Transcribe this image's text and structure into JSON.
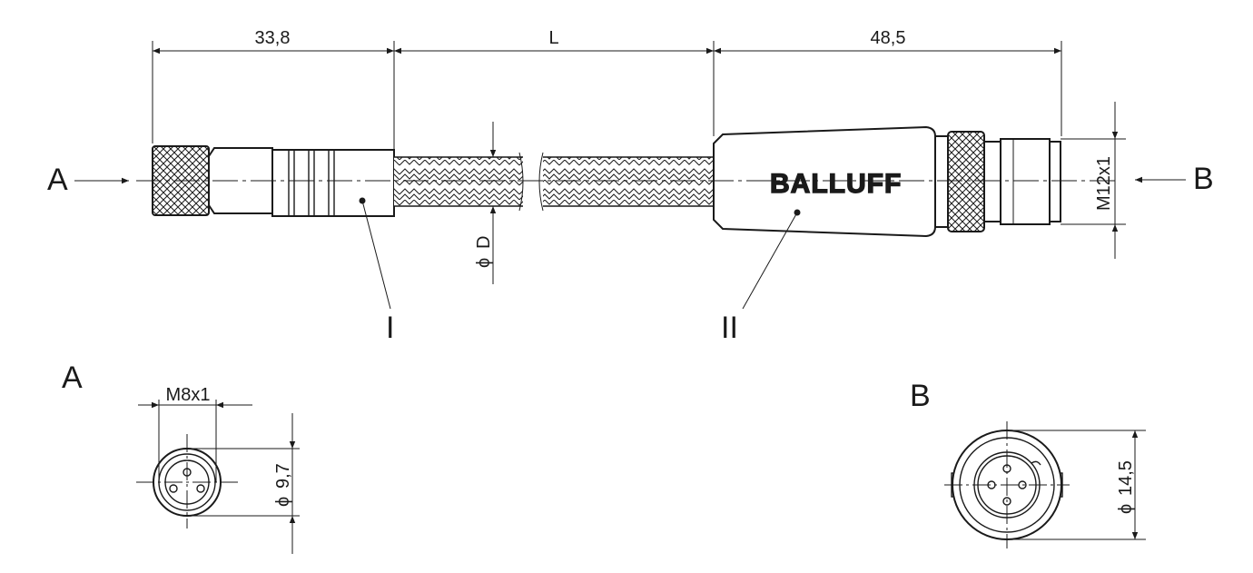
{
  "dimensions": {
    "female_length": "33,8",
    "cable_length": "L",
    "male_length": "48,5",
    "cable_diameter": "D",
    "male_thread": "M12x1",
    "female_thread": "M8x1",
    "female_face_diameter": "9,7",
    "male_face_diameter": "14,5",
    "diameter_symbol": "ϕ"
  },
  "labels": {
    "view_a": "A",
    "view_b": "B",
    "part_one": "I",
    "part_two": "II",
    "detail_a": "A",
    "detail_b": "B"
  },
  "brand": "BALLUFF"
}
